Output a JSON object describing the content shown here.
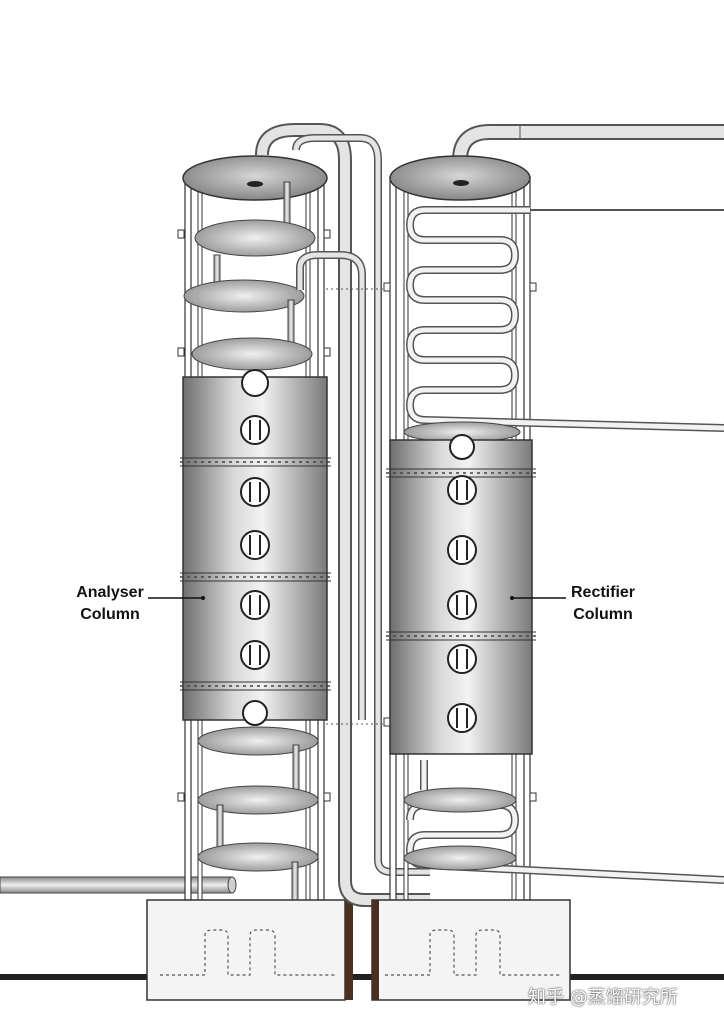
{
  "labels": {
    "analyser": {
      "line1": "Analyser",
      "line2": "Column"
    },
    "rectifier": {
      "line1": "Rectifier",
      "line2": "Column"
    }
  },
  "watermark": "知乎 @蒸馏研究所",
  "colors": {
    "metal_dark": "#7a7a7a",
    "metal_light": "#e6e6e6",
    "outline": "#2b2b2b",
    "base": "#f4f4f4"
  }
}
